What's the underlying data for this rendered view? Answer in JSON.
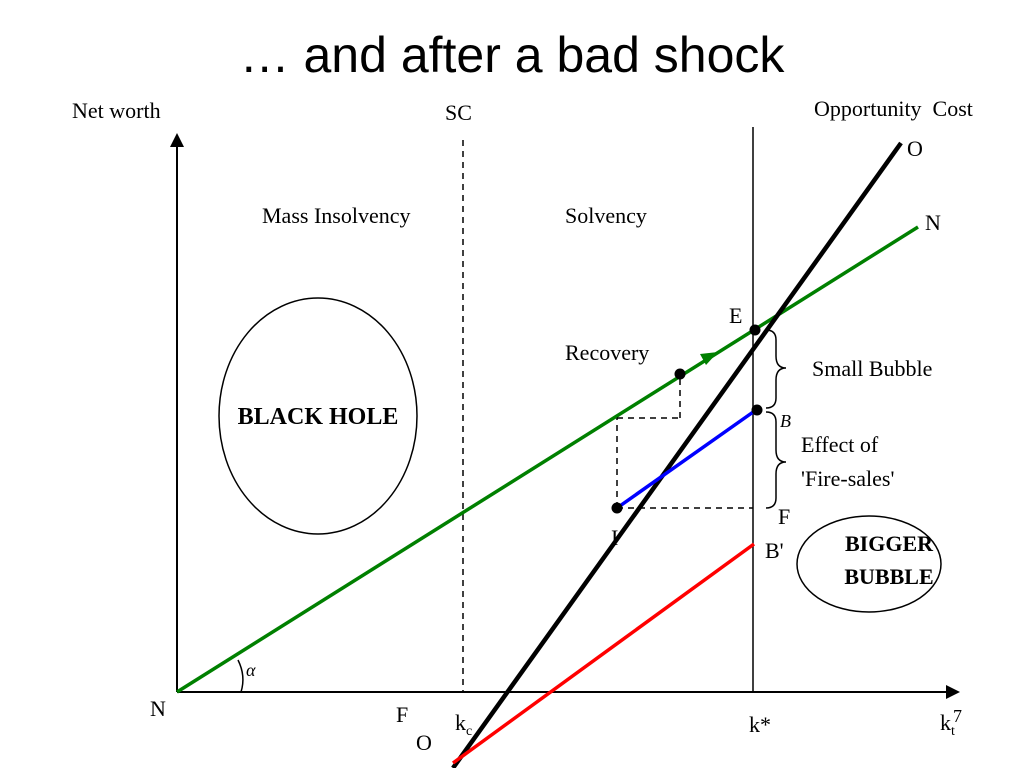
{
  "title": "… and after a bad shock",
  "axes": {
    "y_label": "Net worth",
    "x_origin_label": "N",
    "x_end_label_main": "k",
    "x_end_label_sub": "t",
    "kstar_label": "k*",
    "kc_main": "k",
    "kc_sub": "c",
    "angle_label": "α"
  },
  "regions": {
    "sc_label": "SC",
    "mass_insolvency": "Mass Insolvency",
    "solvency": "Solvency"
  },
  "lines": {
    "opportunity_cost_label": "Opportunity  Cost",
    "o_top_label": "O",
    "o_bottom_label": "O",
    "f_bottom_label": "F",
    "n_label": "N"
  },
  "points": {
    "e_label": "E",
    "i_label": "I",
    "b_label": "B",
    "f_label": "F",
    "b_prime_label": "B'"
  },
  "annotations": {
    "recovery": "Recovery",
    "small_bubble": "Small Bubble",
    "fire_sales_line1": "Effect of",
    "fire_sales_line2": "'Fire-sales'",
    "black_hole": "BLACK HOLE",
    "bigger_bubble_line1": "BIGGER",
    "bigger_bubble_line2": "BUBBLE"
  },
  "page_number": "7",
  "colors": {
    "net_worth_line": "#008000",
    "opportunity_cost_line": "#000000",
    "fire_sale_line": "#0000ff",
    "shocked_line": "#ff0000"
  }
}
